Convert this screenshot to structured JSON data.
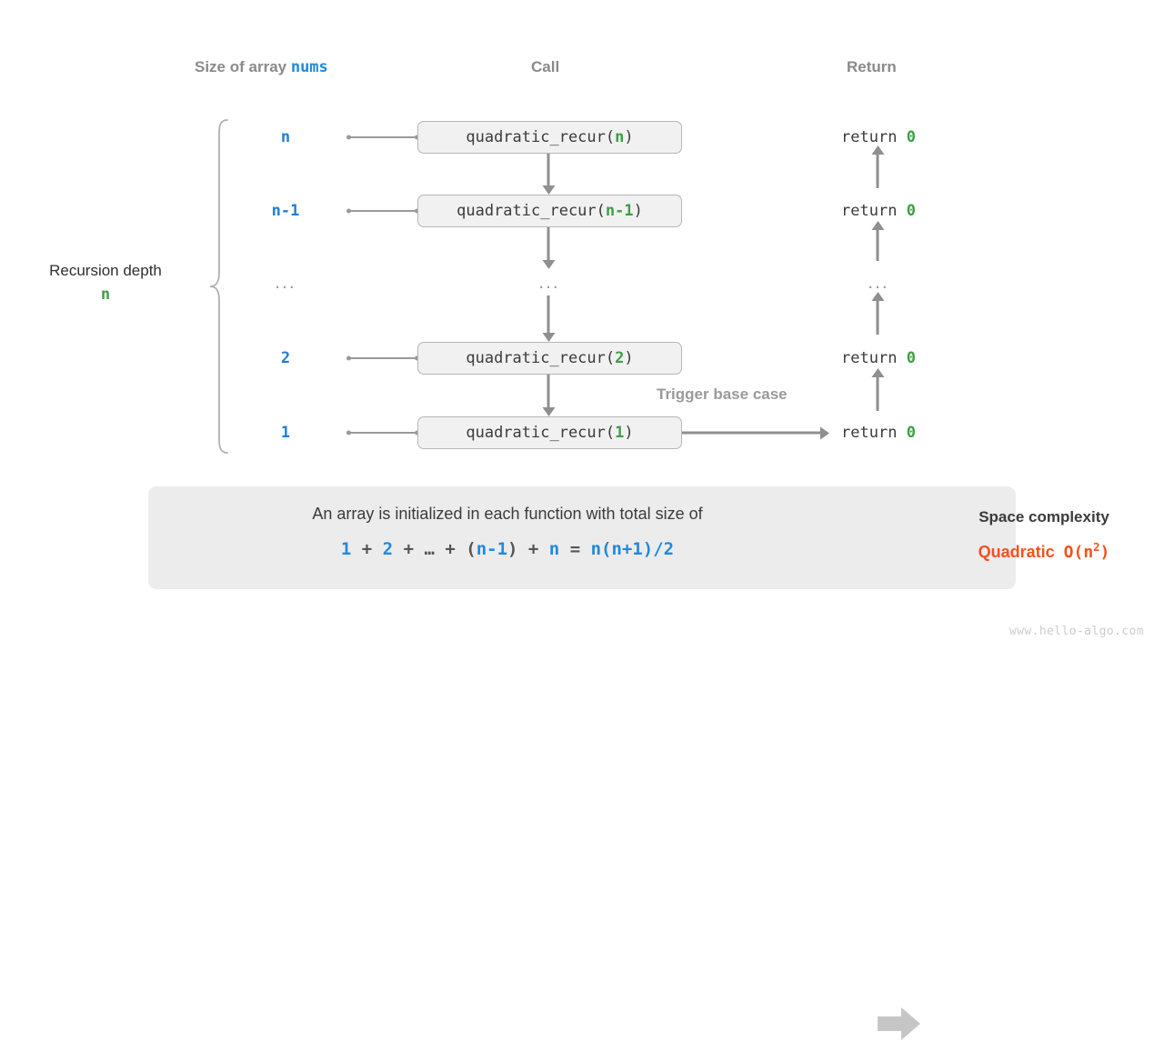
{
  "headers": {
    "size": "Size of array ",
    "size_mono": "nums",
    "call": "Call",
    "return": "Return"
  },
  "depth": {
    "label": "Recursion depth",
    "value": "n"
  },
  "rows": [
    {
      "size": "n",
      "call_prefix": "quadratic_recur(",
      "call_arg": "n",
      "call_suffix": ")",
      "return_text": "return ",
      "return_value": "0"
    },
    {
      "size": "n-1",
      "call_prefix": "quadratic_recur(",
      "call_arg": "n-1",
      "call_suffix": ")",
      "return_text": "return ",
      "return_value": "0"
    },
    {
      "size": "...",
      "call_prefix": "...",
      "call_arg": "",
      "call_suffix": "",
      "return_text": "...",
      "return_value": ""
    },
    {
      "size": "2",
      "call_prefix": "quadratic_recur(",
      "call_arg": "2",
      "call_suffix": ")",
      "return_text": "return ",
      "return_value": "0"
    },
    {
      "size": "1",
      "call_prefix": "quadratic_recur(",
      "call_arg": "1",
      "call_suffix": ")",
      "return_text": "return ",
      "return_value": "0"
    }
  ],
  "trigger_label": "Trigger base case",
  "summary": {
    "line1": "An array is initialized in each function with total size of",
    "formula": {
      "t1": "1",
      "op1": " + ",
      "t2": "2",
      "op2": " + ",
      "t3": "…",
      "op3": " + ",
      "paren_open": "(",
      "t4": "n-1",
      "paren_close": ")",
      "op4": " + ",
      "t5": "n",
      "eq": " = ",
      "t6": "n(n+1)/2"
    },
    "space_complexity_title": "Space complexity",
    "space_complexity_value_word": "Quadratic",
    "space_complexity_value_big_o": "O(n",
    "space_complexity_value_exp": "2",
    "space_complexity_value_close": ")"
  },
  "watermark": "www.hello-algo.com",
  "colors": {
    "blue": "#1e8ae0",
    "green": "#3e9e47",
    "orange": "#f4511e",
    "gray": "#8a8a8a",
    "box_bg": "#f1f1f1",
    "panel_bg": "#ececec"
  }
}
